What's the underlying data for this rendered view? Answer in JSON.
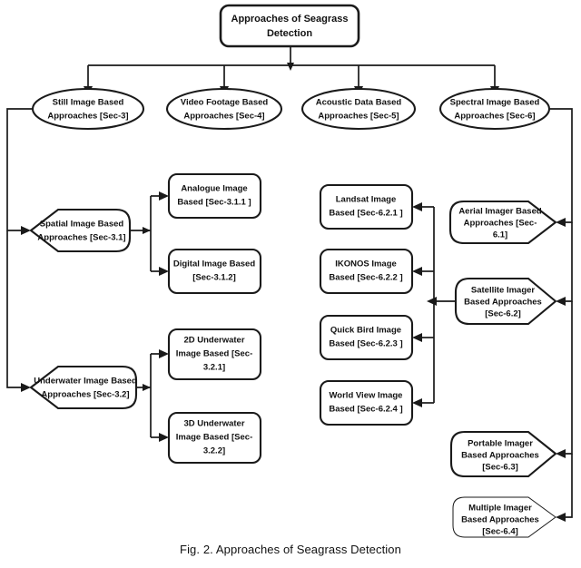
{
  "figure": {
    "caption": "Fig. 2.  Approaches of Seagrass Detection",
    "root": {
      "id": "root",
      "label_line1": "Approaches of Seagrass",
      "label_line2": "Detection",
      "shape": "rounded-rectangle"
    },
    "level2": [
      {
        "id": "still-image",
        "line1": "Still Image Based",
        "line2": "Approaches [Sec-3]",
        "shape": "ellipse"
      },
      {
        "id": "video-footage",
        "line1": "Video Footage Based",
        "line2": "Approaches [Sec-4]",
        "shape": "ellipse"
      },
      {
        "id": "acoustic-data",
        "line1": "Acoustic Data Based",
        "line2": "Approaches [Sec-5]",
        "shape": "ellipse"
      },
      {
        "id": "spectral-image",
        "line1": "Spectral Image Based",
        "line2": "Approaches [Sec-6]",
        "shape": "ellipse"
      }
    ],
    "still_image_children": [
      {
        "id": "spatial-image",
        "line1": "Spatial Image Based",
        "line2": "Approaches [Sec-3.1]",
        "line3": "",
        "shape": "pentagon-left"
      },
      {
        "id": "underwater-image",
        "line1": "Underwater Image Based",
        "line2": "Approaches [Sec-3.2]",
        "line3": "",
        "shape": "pentagon-left"
      }
    ],
    "spatial_children": [
      {
        "id": "analogue-image",
        "line1": "Analogue Image",
        "line2": "Based [Sec-3.1.1 ]",
        "line3": "",
        "shape": "rounded-rectangle"
      },
      {
        "id": "digital-image",
        "line1": "Digital Image Based",
        "line2": "[Sec-3.1.2]",
        "line3": "",
        "shape": "rounded-rectangle"
      }
    ],
    "underwater_children": [
      {
        "id": "2d-underwater",
        "line1": "2D Underwater",
        "line2": "Image Based [Sec-",
        "line3": "3.2.1]",
        "shape": "rounded-rectangle"
      },
      {
        "id": "3d-underwater",
        "line1": "3D Underwater",
        "line2": "Image Based [Sec-",
        "line3": "3.2.2]",
        "shape": "rounded-rectangle"
      }
    ],
    "spectral_children": [
      {
        "id": "aerial-imager",
        "line1": "Aerial Imager Based",
        "line2": "Approaches [Sec-",
        "line3": "6.1]",
        "shape": "pentagon-right"
      },
      {
        "id": "satellite-imager",
        "line1": "Satellite Imager",
        "line2": "Based Approaches",
        "line3": "[Sec-6.2]",
        "shape": "pentagon-right"
      },
      {
        "id": "portable-imager",
        "line1": "Portable Imager",
        "line2": "Based Approaches",
        "line3": "[Sec-6.3]",
        "shape": "pentagon-right"
      },
      {
        "id": "multiple-imager",
        "line1": "Multiple Imager",
        "line2": "Based Approaches",
        "line3": "[Sec-6.4]",
        "shape": "pentagon-right"
      }
    ],
    "satellite_children": [
      {
        "id": "landsat-image",
        "line1": "Landsat  Image",
        "line2": "Based [Sec-6.2.1 ]",
        "shape": "rounded-rectangle"
      },
      {
        "id": "ikonos-image",
        "line1": "IKONOS Image",
        "line2": "Based [Sec-6.2.2 ]",
        "shape": "rounded-rectangle"
      },
      {
        "id": "quickbird-image",
        "line1": "Quick Bird Image",
        "line2": "Based [Sec-6.2.3 ]",
        "shape": "rounded-rectangle"
      },
      {
        "id": "worldview-image",
        "line1": "World View Image",
        "line2": "Based [Sec-6.2.4 ]",
        "shape": "rounded-rectangle"
      }
    ],
    "colors": {
      "background": "#ffffff",
      "stroke": "#1a1a1a",
      "text": "#111111",
      "node_fill": "#ffffff"
    }
  }
}
